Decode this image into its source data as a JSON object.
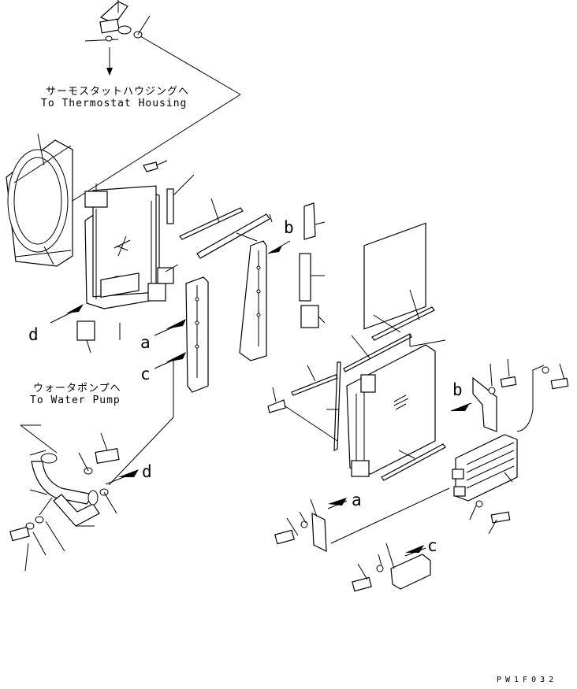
{
  "captions": {
    "thermostat_jp": "サーモスタットハウジングへ",
    "thermostat_en": "To Thermostat Housing",
    "water_pump_jp": "ウォータポンプへ",
    "water_pump_en": "To Water Pump"
  },
  "reference_letters": {
    "a_upper": "a",
    "b_upper": "b",
    "c_upper": "c",
    "d_left": "d",
    "d_arrow": "d",
    "b_lower": "b",
    "a_lower": "a",
    "c_lower": "c"
  },
  "drawing_code": "PW1F032"
}
